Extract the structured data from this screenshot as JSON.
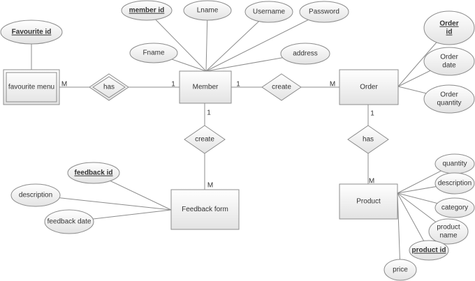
{
  "diagram": {
    "type": "er-diagram",
    "entities": [
      {
        "id": "favourite_menu",
        "label": "favourite menu",
        "weak": true
      },
      {
        "id": "member",
        "label": "Member",
        "weak": false
      },
      {
        "id": "order",
        "label": "Order",
        "weak": false
      },
      {
        "id": "feedback_form",
        "label": "Feedback form",
        "weak": false
      },
      {
        "id": "product",
        "label": "Product",
        "weak": false
      }
    ],
    "relationships": [
      {
        "id": "rel_has_fav",
        "label": "has",
        "identifying": true,
        "from": "favourite_menu",
        "to": "member",
        "card_from": "M",
        "card_to": "1"
      },
      {
        "id": "rel_create_order",
        "label": "create",
        "identifying": false,
        "from": "member",
        "to": "order",
        "card_from": "1",
        "card_to": "M"
      },
      {
        "id": "rel_create_feedback",
        "label": "create",
        "identifying": false,
        "from": "member",
        "to": "feedback_form",
        "card_from": "1",
        "card_to": "M"
      },
      {
        "id": "rel_has_product",
        "label": "has",
        "identifying": false,
        "from": "order",
        "to": "product",
        "card_from": "1",
        "card_to": "M"
      }
    ],
    "attributes": [
      {
        "id": "favourite_id",
        "label": "Favourite id",
        "key": true,
        "entity": "favourite_menu"
      },
      {
        "id": "member_id",
        "label": "member id",
        "key": true,
        "entity": "member"
      },
      {
        "id": "lname",
        "label": "Lname",
        "key": false,
        "entity": "member"
      },
      {
        "id": "username",
        "label": "Username",
        "key": false,
        "entity": "member"
      },
      {
        "id": "password",
        "label": "Password",
        "key": false,
        "entity": "member"
      },
      {
        "id": "fname",
        "label": "Fname",
        "key": false,
        "entity": "member"
      },
      {
        "id": "address",
        "label": "address",
        "key": false,
        "entity": "member"
      },
      {
        "id": "order_id",
        "label": [
          "Order",
          "id"
        ],
        "key": true,
        "entity": "order"
      },
      {
        "id": "order_date",
        "label": [
          "Order",
          "date"
        ],
        "key": false,
        "entity": "order"
      },
      {
        "id": "order_quantity",
        "label": [
          "Order",
          "quantity"
        ],
        "key": false,
        "entity": "order"
      },
      {
        "id": "feedback_id",
        "label": "feedback id",
        "key": true,
        "entity": "feedback_form"
      },
      {
        "id": "fb_description",
        "label": "description",
        "key": false,
        "entity": "feedback_form"
      },
      {
        "id": "feedback_date",
        "label": "feedback date",
        "key": false,
        "entity": "feedback_form"
      },
      {
        "id": "p_quantity",
        "label": "quantity",
        "key": false,
        "entity": "product"
      },
      {
        "id": "p_description",
        "label": "description",
        "key": false,
        "entity": "product"
      },
      {
        "id": "category",
        "label": "category",
        "key": false,
        "entity": "product"
      },
      {
        "id": "product_name",
        "label": [
          "product",
          "name"
        ],
        "key": false,
        "entity": "product"
      },
      {
        "id": "product_id",
        "label": "product id",
        "key": true,
        "entity": "product"
      },
      {
        "id": "price",
        "label": "price",
        "key": false,
        "entity": "product"
      }
    ]
  },
  "colors": {
    "stroke": "#8c8c8c",
    "fill_top": "#ffffff",
    "fill_bottom": "#e6e6e6",
    "text": "#333333"
  }
}
